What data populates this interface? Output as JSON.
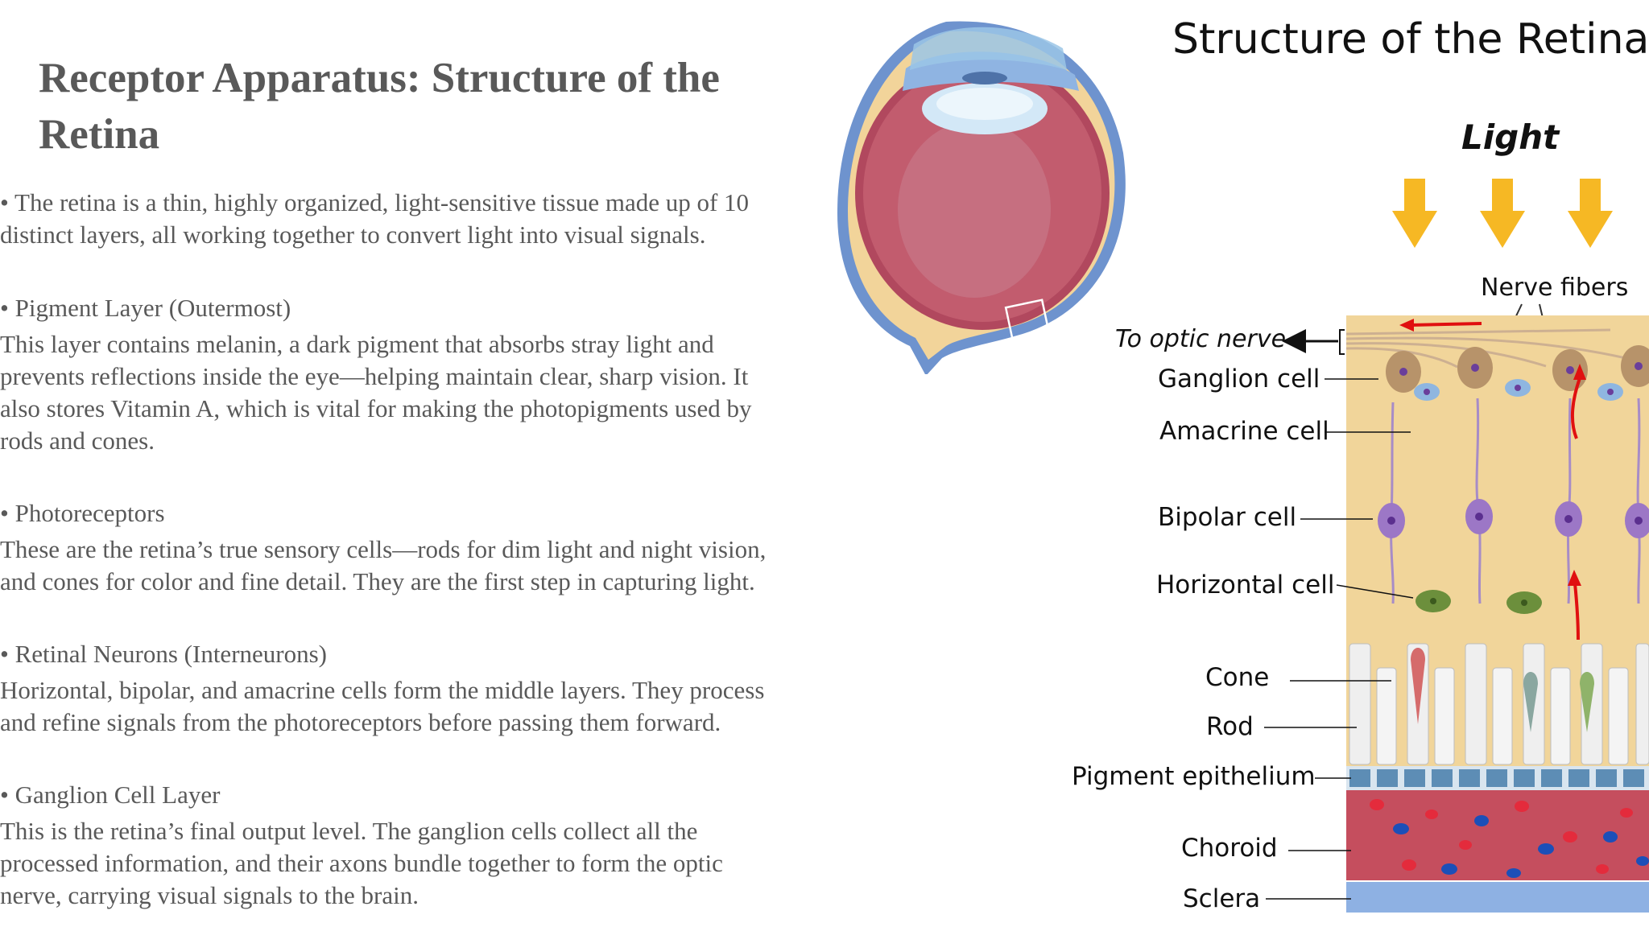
{
  "slide": {
    "title": "Receptor Apparatus: Structure of the Retina",
    "sections": [
      {
        "lines": [
          "• The retina is a thin, highly organized, light-sensitive tissue made up of 10",
          "distinct layers, all working together to convert light into visual signals."
        ]
      },
      {
        "heading": "• Pigment Layer (Outermost)",
        "lines": [
          "This layer contains melanin, a dark pigment that absorbs stray light and",
          "prevents reflections inside the eye—helping maintain clear, sharp vision. It",
          "also stores Vitamin A, which is vital for making the photopigments used by",
          "rods and cones."
        ]
      },
      {
        "heading": "• Photoreceptors",
        "lines": [
          "These are the retina’s true sensory cells—rods for dim light and night vision,",
          "and cones for color and fine detail. They are the first step in capturing light."
        ]
      },
      {
        "heading": "• Retinal Neurons (Interneurons)",
        "lines": [
          "Horizontal, bipolar, and amacrine cells form the middle layers. They process",
          "and refine signals from the photoreceptors before passing them forward."
        ]
      },
      {
        "heading": "• Ganglion Cell Layer",
        "lines": [
          "This is the retina’s final output level. The ganglion cells collect all the",
          "processed information, and their axons bundle together to form the optic",
          "nerve, carrying visual signals to the brain."
        ]
      }
    ]
  },
  "figure": {
    "title": "Structure of the Retina",
    "light_label": "Light",
    "nerve_fibers": "Nerve fibers",
    "optic_nerve": "To optic nerve",
    "layers": {
      "ganglion": "Ganglion cell",
      "amacrine": "Amacrine cell",
      "bipolar": "Bipolar cell",
      "horizontal": "Horizontal cell",
      "cone": "Cone",
      "rod": "Rod",
      "pigment": "Pigment epithelium",
      "choroid": "Choroid",
      "sclera": "Sclera"
    }
  },
  "colors": {
    "text": "#595959",
    "arrow_light": "#F6B824",
    "retina_bg": "#F1D59A",
    "choroid": "#C54E5E",
    "sclera": "#8EB1E3",
    "pigment_cell": "#5D8DB5",
    "signal_arrow": "#E01010"
  }
}
